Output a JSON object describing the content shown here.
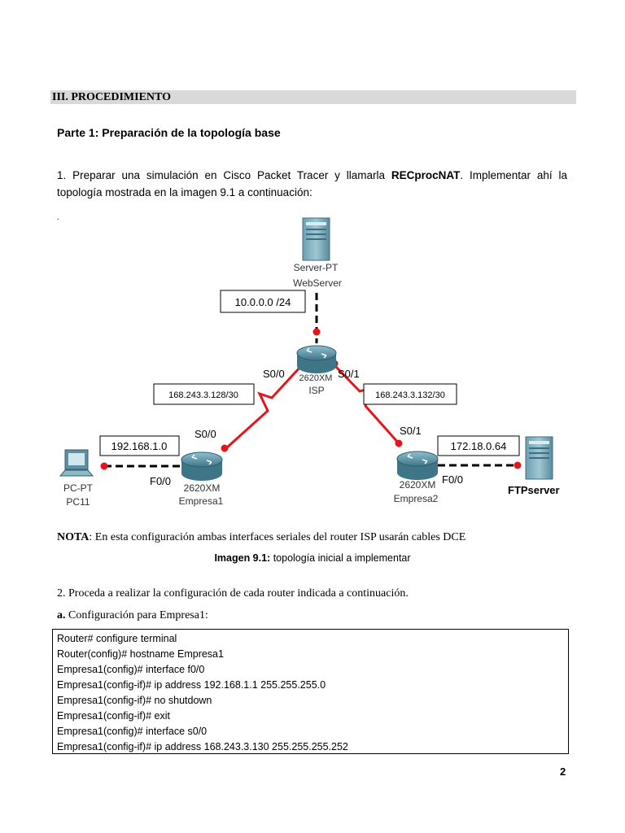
{
  "section": {
    "title": "III. PROCEDIMIENTO"
  },
  "part1": {
    "title": "Parte 1: Preparación de la topología base"
  },
  "step1": {
    "before": "1. Preparar una simulación en Cisco Packet Tracer y llamarla ",
    "name": "RECprocNAT",
    "after": ". Implementar ahí la topología mostrada en la imagen 9.1 a continuación:"
  },
  "stray_mark": ".",
  "diagram": {
    "server": {
      "line1": "Server-PT",
      "line2": "WebServer"
    },
    "isp": {
      "model": "2620XM",
      "name": "ISP"
    },
    "empresa1": {
      "model": "2620XM",
      "name": "Empresa1"
    },
    "empresa2": {
      "model": "2620XM",
      "name": "Empresa2"
    },
    "pc": {
      "line1": "PC-PT",
      "line2": "PC11"
    },
    "ftp": {
      "name": "FTPserver"
    },
    "ports": {
      "isp_s00": "S0/0",
      "isp_s01": "S0/1",
      "e1_s00": "S0/0",
      "e1_f00": "F0/0",
      "e2_s01": "S0/1",
      "e2_f00": "F0/0"
    },
    "nets": {
      "web": "10.0.0.0 /24",
      "left_serial": "168.243.3.128/30",
      "right_serial": "168.243.3.132/30",
      "lan1": "192.168.1.0",
      "lan2": "172.18.0.64"
    },
    "colors": {
      "serial": "#e8141c",
      "ethernet": "#000000",
      "router": "#4c8a9e"
    }
  },
  "note": {
    "label": "NOTA",
    "text": ": En esta configuración ambas interfaces seriales del router ISP usarán cables DCE"
  },
  "caption": {
    "label": "Imagen 9.1:",
    "text": " topología inicial a implementar"
  },
  "step2": "2. Proceda a realizar la configuración de cada router indicada a continuación.",
  "stepa": {
    "label": "a.",
    "text": " Configuración para Empresa1:"
  },
  "config_lines": [
    "Router# configure terminal",
    "Router(config)# hostname Empresa1",
    "Empresa1(config)# interface f0/0",
    "Empresa1(config-if)# ip address 192.168.1.1 255.255.255.0",
    "Empresa1(config-if)# no shutdown",
    "Empresa1(config-if)# exit",
    "Empresa1(config)# interface s0/0",
    "Empresa1(config-if)# ip address 168.243.3.130 255.255.255.252"
  ],
  "page_number": "2"
}
